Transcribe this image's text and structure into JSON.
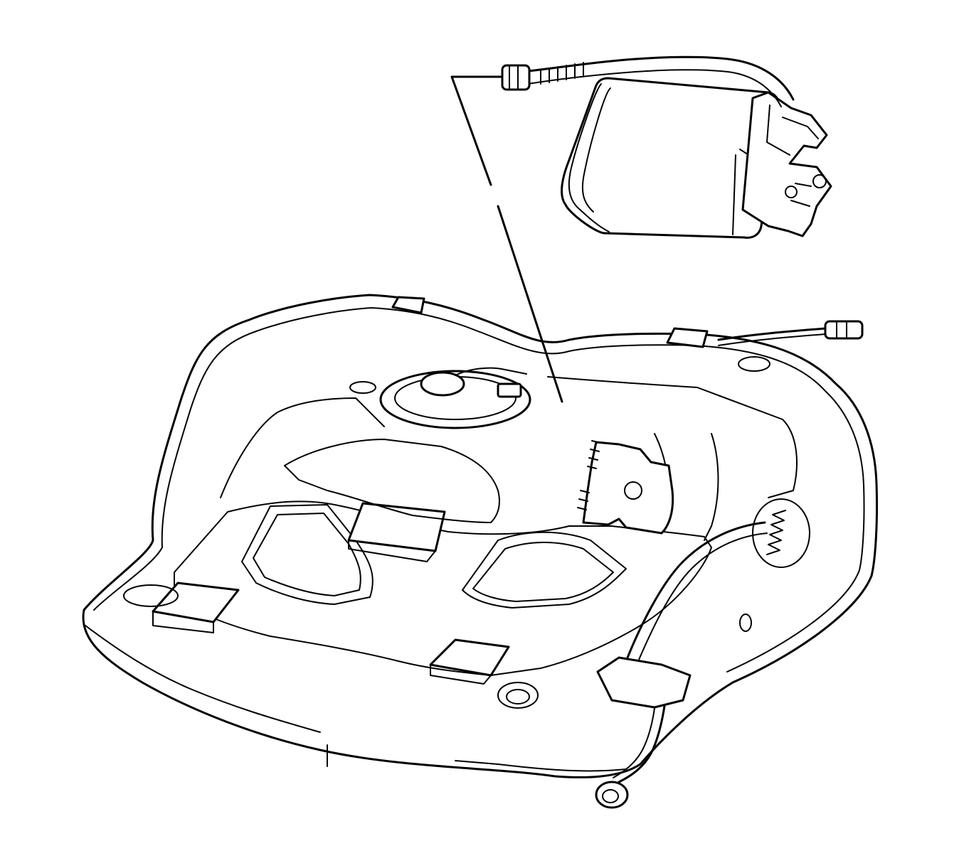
{
  "figure": {
    "kind": "line-art technical illustration",
    "components": [
      {
        "id": "fuel-tank",
        "icon": "fuel-tank-icon"
      },
      {
        "id": "fuel-pump-module",
        "icon": "fuel-pump-module-icon"
      },
      {
        "id": "evap-canister",
        "icon": "evap-canister-icon"
      },
      {
        "id": "canister-hose",
        "icon": "hose-icon"
      },
      {
        "id": "vent-line",
        "icon": "hose-icon"
      },
      {
        "id": "fill-hose",
        "icon": "hose-icon"
      }
    ],
    "colors": {
      "stroke": "#000000",
      "background": "#ffffff"
    }
  }
}
